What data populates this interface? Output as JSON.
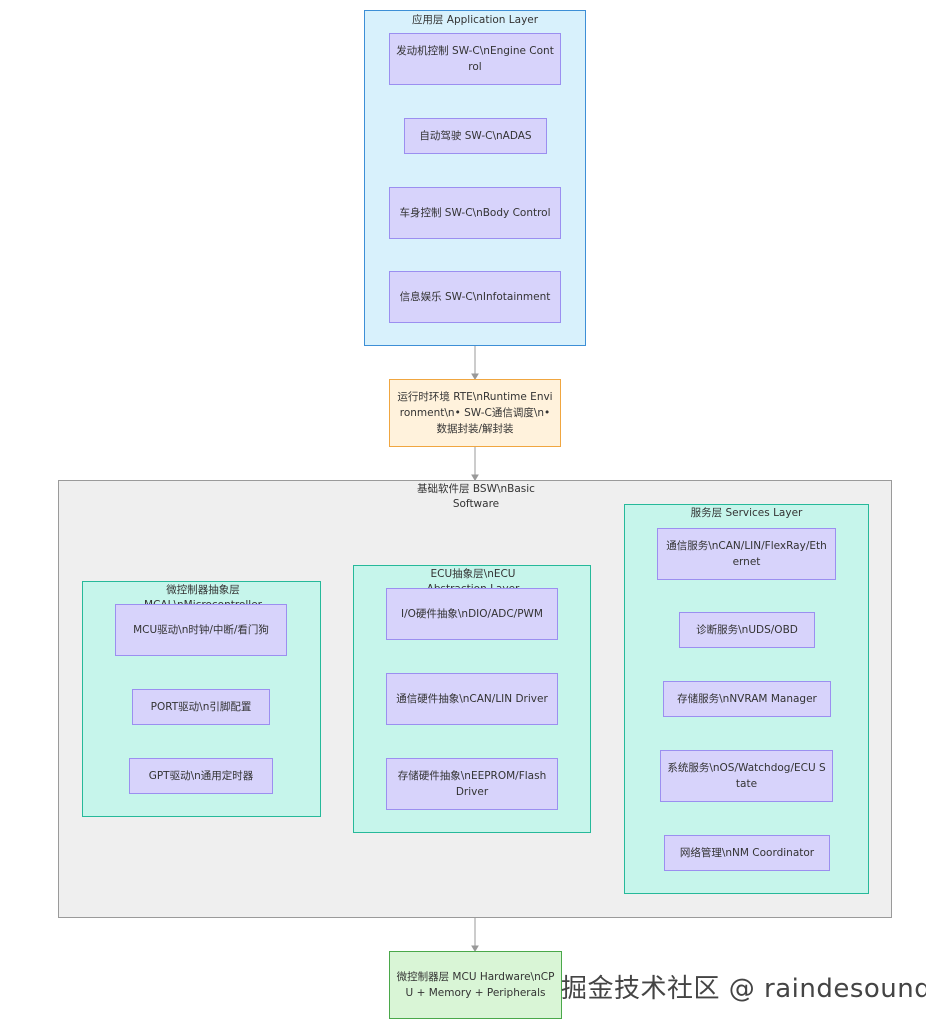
{
  "application_layer": {
    "title": "应用层 Application Layer",
    "nodes": [
      "发动机控制 SW-C\\nEngine Control",
      "自动驾驶 SW-C\\nADAS",
      "车身控制 SW-C\\nBody Control",
      "信息娱乐 SW-C\\nInfotainment"
    ]
  },
  "rte": {
    "label": "运行时环境 RTE\\nRuntime Environment\\n• SW-C通信调度\\n• 数据封装/解封装"
  },
  "bsw": {
    "title": "基础软件层 BSW\\nBasic Software",
    "mcal": {
      "title": "微控制器抽象层 MCAL\\nMicrocontroller",
      "nodes": [
        "MCU驱动\\n时钟/中断/看门狗",
        "PORT驱动\\n引脚配置",
        "GPT驱动\\n通用定时器"
      ]
    },
    "ecual": {
      "title": "ECU抽象层\\nECU Abstraction Layer",
      "nodes": [
        "I/O硬件抽象\\nDIO/ADC/PWM",
        "通信硬件抽象\\nCAN/LIN Driver",
        "存储硬件抽象\\nEEPROM/Flash Driver"
      ]
    },
    "services": {
      "title": "服务层 Services Layer",
      "nodes": [
        "通信服务\\nCAN/LIN/FlexRay/Ethernet",
        "诊断服务\\nUDS/OBD",
        "存储服务\\nNVRAM Manager",
        "系统服务\\nOS/Watchdog/ECU State",
        "网络管理\\nNM Coordinator"
      ]
    }
  },
  "mcu_hw": {
    "label": "微控制器层 MCU Hardware\\nCPU + Memory + Peripherals"
  },
  "watermark": "掘金技术社区 @ raindesound",
  "colors": {
    "app_fill": "#d8f1fc",
    "app_border": "#3d8fd6",
    "node_fill": "#d7d3fb",
    "node_border": "#9b8ff0",
    "rte_fill": "#fff2dc",
    "rte_border": "#f0a640",
    "bsw_fill": "#efefef",
    "sub_fill": "#c6f5eb",
    "sub_border": "#26b99a",
    "mcu_fill": "#d9f5d6",
    "mcu_border": "#4aa84a",
    "edge": "#999999"
  }
}
